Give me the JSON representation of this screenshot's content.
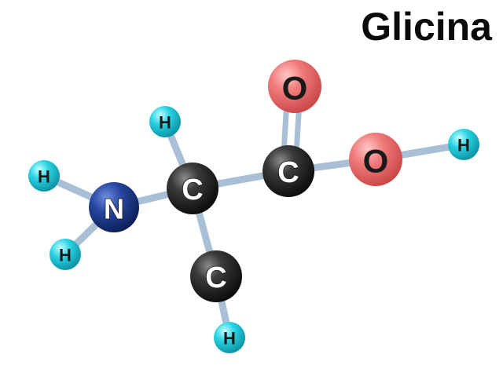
{
  "title": "Glicina",
  "atom_labels": {
    "carbon": "C",
    "oxygen": "O",
    "nitrogen": "N",
    "hydrogen": "H"
  },
  "colors": {
    "carbon": "#2a2a2a",
    "oxygen": "#ef7070",
    "nitrogen": "#1d3f9a",
    "hydrogen": "#22d0e0",
    "bond": "#a9bfd6",
    "title": "#0a0a0a"
  },
  "icons": {
    "atom": "sphere-atom-icon",
    "bond": "stick-bond-icon"
  }
}
